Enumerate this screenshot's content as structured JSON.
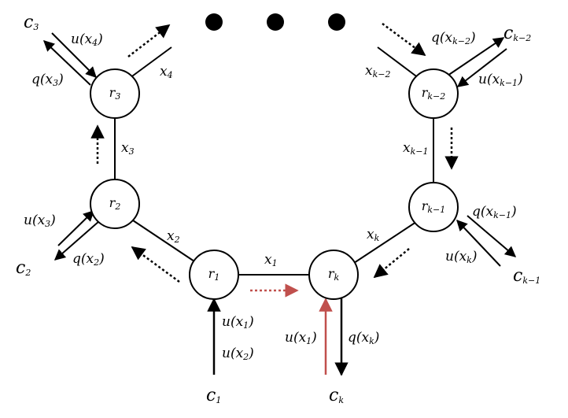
{
  "colors": {
    "stroke": "#000000",
    "highlight": "#c0504d"
  },
  "nodes": [
    {
      "id": "r1",
      "base": "r",
      "sub": "1"
    },
    {
      "id": "rk",
      "base": "r",
      "sub": "k"
    },
    {
      "id": "r2",
      "base": "r",
      "sub": "2"
    },
    {
      "id": "r3",
      "base": "r",
      "sub": "3"
    },
    {
      "id": "rk1",
      "base": "r",
      "sub": "k−1"
    },
    {
      "id": "rk2",
      "base": "r",
      "sub": "k−2"
    }
  ],
  "edges": [
    {
      "base": "x",
      "sub": "1"
    },
    {
      "base": "x",
      "sub": "2"
    },
    {
      "base": "x",
      "sub": "3"
    },
    {
      "base": "x",
      "sub": "4"
    },
    {
      "base": "x",
      "sub": "k"
    },
    {
      "base": "x",
      "sub": "k−1"
    },
    {
      "base": "x",
      "sub": "k−2"
    }
  ],
  "clients": [
    {
      "id": "c1",
      "base": "c",
      "sub": "1"
    },
    {
      "id": "ck",
      "base": "c",
      "sub": "k"
    },
    {
      "id": "c2",
      "base": "c",
      "sub": "2"
    },
    {
      "id": "c3",
      "base": "c",
      "sub": "3"
    },
    {
      "id": "ck1",
      "base": "c",
      "sub": "k−1"
    },
    {
      "id": "ck2",
      "base": "c",
      "sub": "k−2"
    }
  ],
  "messages": {
    "u_x1_c1": {
      "text": "u(x",
      "sub": "1",
      "end": ")"
    },
    "u_x2_c1": {
      "text": "u(x",
      "sub": "2",
      "end": ")"
    },
    "u_x1_ck": {
      "text": "u(x",
      "sub": "1",
      "end": ")"
    },
    "q_xk_ck": {
      "text": "q(x",
      "sub": "k",
      "end": ")"
    },
    "u_x3_c2": {
      "text": "u(x",
      "sub": "3",
      "end": ")"
    },
    "q_x2_c2": {
      "text": "q(x",
      "sub": "2",
      "end": ")"
    },
    "u_x4_c3": {
      "text": "u(x",
      "sub": "4",
      "end": ")"
    },
    "q_x3_c3": {
      "text": "q(x",
      "sub": "3",
      "end": ")"
    },
    "q_xk1_ck1": {
      "text": "q(x",
      "sub": "k−1",
      "end": ")"
    },
    "u_xk_ck1": {
      "text": "u(x",
      "sub": "k",
      "end": ")"
    },
    "q_xk2_ck2": {
      "text": "q(x",
      "sub": "k−2",
      "end": ")"
    },
    "u_xk1_ck2": {
      "text": "u(x",
      "sub": "k−1",
      "end": ")"
    }
  },
  "ellipsis_icon": "three-dots-icon"
}
